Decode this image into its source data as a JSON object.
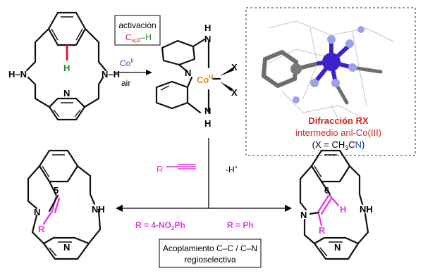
{
  "activation_box": {
    "line1": "activación",
    "csp2_main": "C",
    "csp2_sub": "sp2",
    "csp2_tail": "–H"
  },
  "step1": {
    "reagent_main": "Co",
    "reagent_sup": "II",
    "condition": "air"
  },
  "ligand": {
    "nh_left": "H–N",
    "nh_right": "N–H",
    "n_pyridine": "N",
    "h_activated": "H"
  },
  "complex": {
    "h_top": "H",
    "n_top": "N",
    "n_mid": "N",
    "co_main": "Co",
    "co_sup": "III",
    "x_upper": "X",
    "x_lower": "X",
    "n_bottom": "N",
    "h_bottom": "H"
  },
  "xray": {
    "title": "Difracción RX",
    "subtitle": "intermedio aril-Co(III)",
    "formula_open": "(X = CH",
    "formula_sub": "3",
    "formula_c": "C",
    "formula_n": "N",
    "formula_close": ")"
  },
  "alkyne": {
    "r_label": "R",
    "minus_h": "-H",
    "plus": "+"
  },
  "branch_left": {
    "label_main": "R = 4-NO",
    "label_sub": "2",
    "label_tail": "Ph"
  },
  "branch_right": {
    "label": "R = Ph"
  },
  "product_left": {
    "ring_size": "5",
    "n_label": "N",
    "nh_label": "NH",
    "r_label": "R",
    "n_pyr": "N"
  },
  "product_right": {
    "ring_size": "6",
    "n_label": "N",
    "nh_label": "NH",
    "h_label": "H",
    "r_label": "R",
    "n_pyr": "N"
  },
  "coupling_box": {
    "line1": "Acoplamiento C–C / C–N",
    "line2": "regioselectiva"
  },
  "colors": {
    "red": "#d8231d",
    "blue": "#2650c8",
    "magenta": "#e33ce0",
    "green": "#1f8c2c",
    "cobalt": "#3a23c9",
    "ligand_atom": "#9aa3e8"
  }
}
